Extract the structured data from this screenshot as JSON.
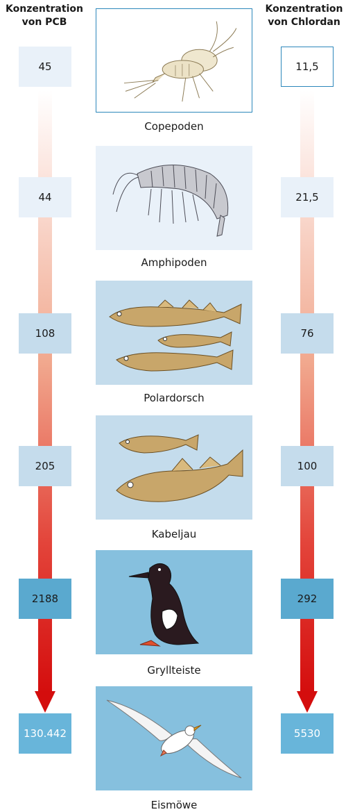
{
  "headers": {
    "left": [
      "Konzentration",
      "von PCB"
    ],
    "right": [
      "Konzentration",
      "von Chlordan"
    ]
  },
  "levels": [
    {
      "organism": "Copepoden",
      "pcb": "45",
      "chlordan": "11,5"
    },
    {
      "organism": "Amphipoden",
      "pcb": "44",
      "chlordan": "21,5"
    },
    {
      "organism": "Polardorsch",
      "pcb": "108",
      "chlordan": "76"
    },
    {
      "organism": "Kabeljau",
      "pcb": "205",
      "chlordan": "100"
    },
    {
      "organism": "Gryllteiste",
      "pcb": "2188",
      "chlordan": "292"
    },
    {
      "organism": "Eismöwe",
      "pcb": "130.442",
      "chlordan": "5530"
    }
  ],
  "colors": {
    "arrow_top": "#fce8e2",
    "arrow_bottom": "#d40d0d",
    "panel_light": "#e9f1f9",
    "panel_mid": "#c4dcec",
    "panel_deep": "#86c0de",
    "value_boxes": [
      "#e9f1f9",
      "#e9f1f9",
      "#c5dcec",
      "#c5dcec",
      "#5aa9cf",
      "#68b5da"
    ]
  }
}
